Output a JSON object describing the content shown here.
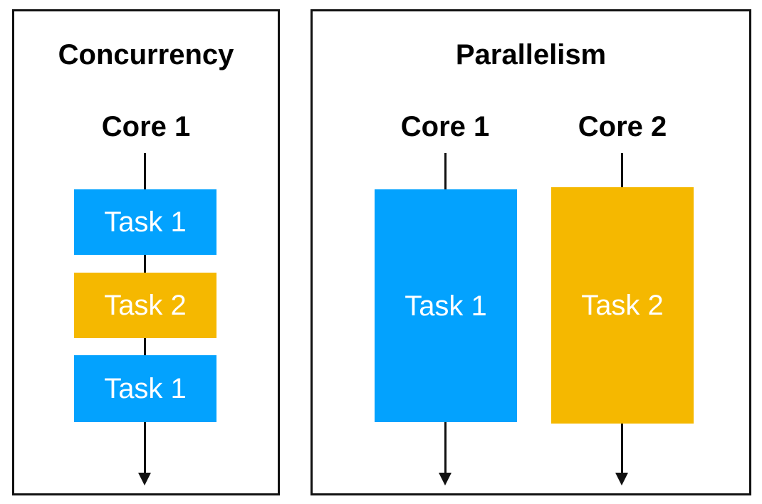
{
  "colors": {
    "task_1": "#03a2fe",
    "task_2": "#f5b800",
    "border": "#111111",
    "task_text": "#ffffff"
  },
  "concurrency": {
    "title": "Concurrency",
    "core_label": "Core 1",
    "tasks": [
      {
        "label": "Task 1",
        "color": "task_1"
      },
      {
        "label": "Task 2",
        "color": "task_2"
      },
      {
        "label": "Task 1",
        "color": "task_1"
      }
    ]
  },
  "parallelism": {
    "title": "Parallelism",
    "cores": [
      {
        "label": "Core 1",
        "task": {
          "label": "Task 1",
          "color": "task_1"
        }
      },
      {
        "label": "Core 2",
        "task": {
          "label": "Task 2",
          "color": "task_2"
        }
      }
    ]
  }
}
